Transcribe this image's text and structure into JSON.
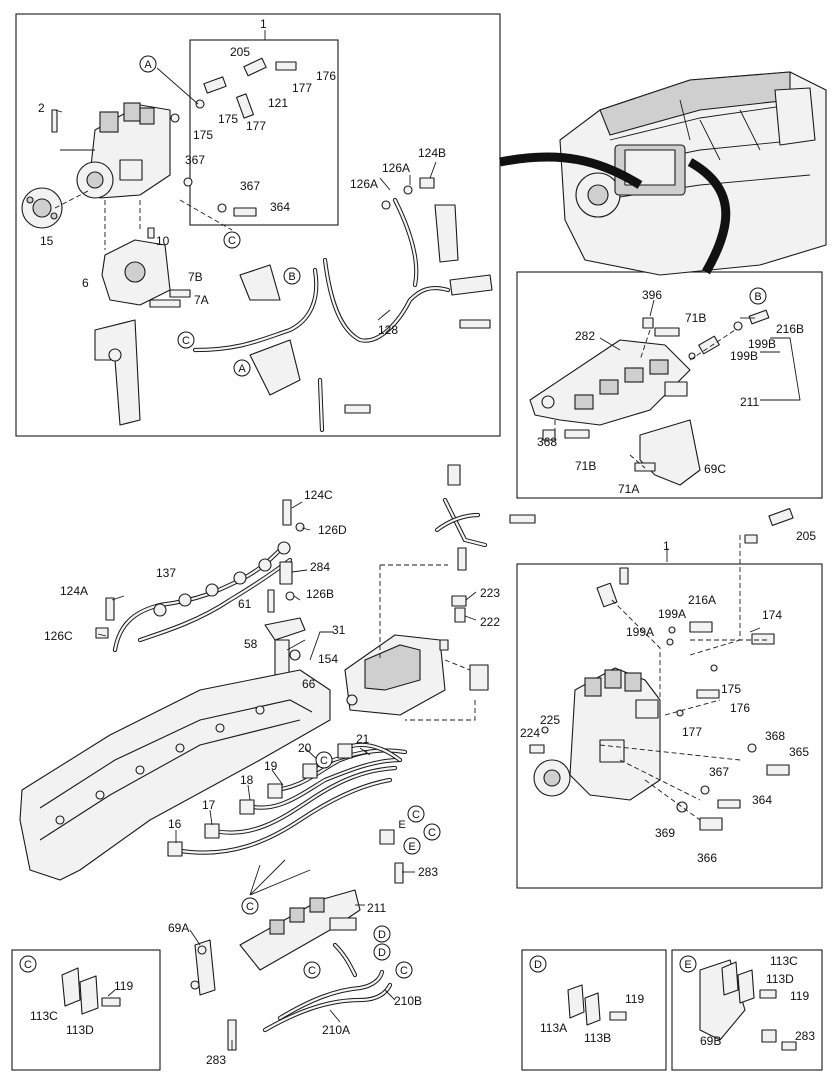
{
  "callouts": {
    "c1_top": "1",
    "c205_top": "205",
    "c176_top": "176",
    "c177_top_a": "177",
    "c121": "121",
    "c177_top_b": "177",
    "c175_top_a": "175",
    "c175_top_b": "175",
    "c2": "2",
    "c367_a": "367",
    "c367_b": "367",
    "c364_top": "364",
    "c15": "15",
    "c10": "10",
    "c6": "6",
    "c7b_top": "7B",
    "c7a": "7A",
    "c126a_a": "126A",
    "c126a_b": "126A",
    "c124b": "124B",
    "c128": "128",
    "c396": "396",
    "c71b_a": "71B",
    "c282": "282",
    "c199b_a": "199B",
    "c216b": "216B",
    "c199b_b": "199B",
    "c211_box": "211",
    "c368_box": "368",
    "c71b_b": "71B",
    "c69c": "69C",
    "c71a": "71A",
    "c124c": "124C",
    "c126d": "126D",
    "c137": "137",
    "c284": "284",
    "c124a": "124A",
    "c61": "61",
    "c126b": "126B",
    "c126c": "126C",
    "c58": "58",
    "c31": "31",
    "c154": "154",
    "c66": "66",
    "c223": "223",
    "c222": "222",
    "c205_mid": "205",
    "c1_mid": "1",
    "c216a": "216A",
    "c199a_a": "199A",
    "c174": "174",
    "c199a_b": "199A",
    "c175_mid": "175",
    "c176_mid": "176",
    "c225": "225",
    "c224": "224",
    "c177_mid": "177",
    "c368_mid": "368",
    "c365": "365",
    "c367_mid": "367",
    "c364_mid": "364",
    "c369": "369",
    "c366": "366",
    "c21": "21",
    "c20": "20",
    "c19": "19",
    "c18": "18",
    "c17": "17",
    "c16": "16",
    "c283_a": "283",
    "c211_low": "211",
    "c69a": "69A",
    "c283_b": "283",
    "c210b": "210B",
    "c210a": "210A",
    "c113c_c": "113C",
    "c119_c": "119",
    "c113d_c": "113D",
    "c113a": "113A",
    "c119_d": "119",
    "c113b": "113B",
    "c113c_e": "113C",
    "c113d_e": "113D",
    "c119_e": "119",
    "c69b": "69B",
    "c283_e": "283"
  },
  "refs": {
    "A1": "A",
    "A2": "A",
    "B1": "B",
    "B2": "B",
    "C1": "C",
    "C2": "C",
    "C3": "C",
    "C4": "C",
    "C5": "C",
    "C6": "C",
    "C7": "C",
    "C8": "C",
    "D1": "D",
    "D2": "D",
    "E1": "E",
    "E2": "E",
    "detail_C": "C",
    "detail_D": "D",
    "detail_E": "E"
  }
}
